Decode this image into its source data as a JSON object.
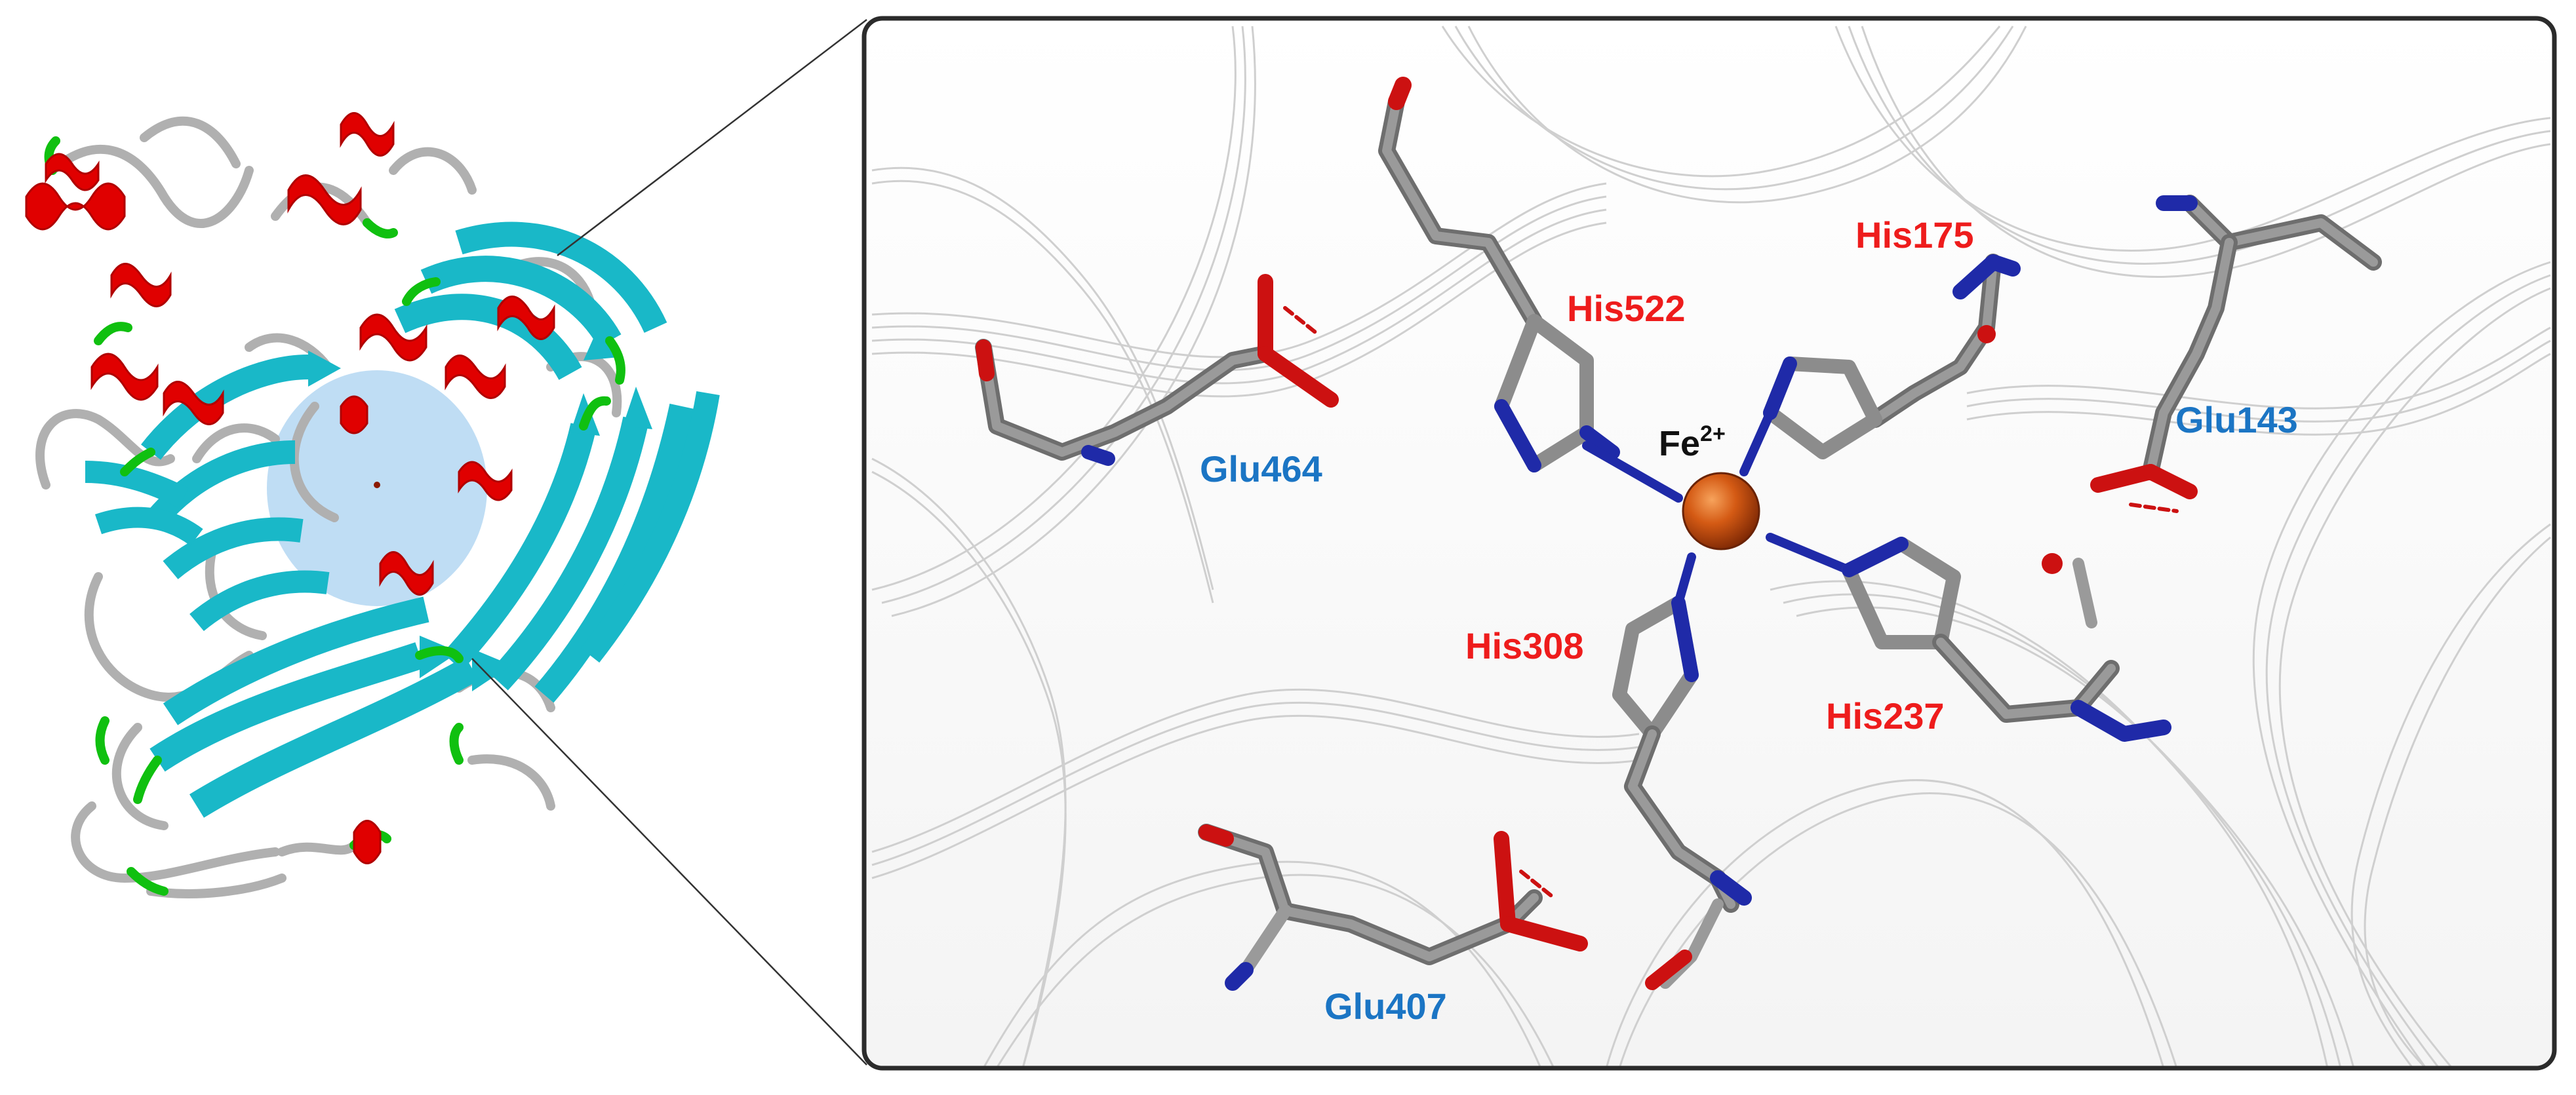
{
  "metal": {
    "symbol": "Fe",
    "charge": "2+"
  },
  "labels": {
    "his522": "His522",
    "his175": "His175",
    "his308": "His308",
    "his237": "His237",
    "glu464": "Glu464",
    "glu143": "Glu143",
    "glu407": "Glu407"
  },
  "colors": {
    "histidine_label": "#ee1c1c",
    "glutamate_label": "#1b75c4",
    "iron": "#c0470f",
    "carbon": "#8c8c8c",
    "nitrogen": "#1f2aa8",
    "oxygen": "#cc1111",
    "helix": "#e00000",
    "sheet": "#19b8c8",
    "turn": "#10c010",
    "coil": "#b4b4b4",
    "backdrop_trace": "#cfcfcf",
    "highlight": "#a9d2f0"
  }
}
